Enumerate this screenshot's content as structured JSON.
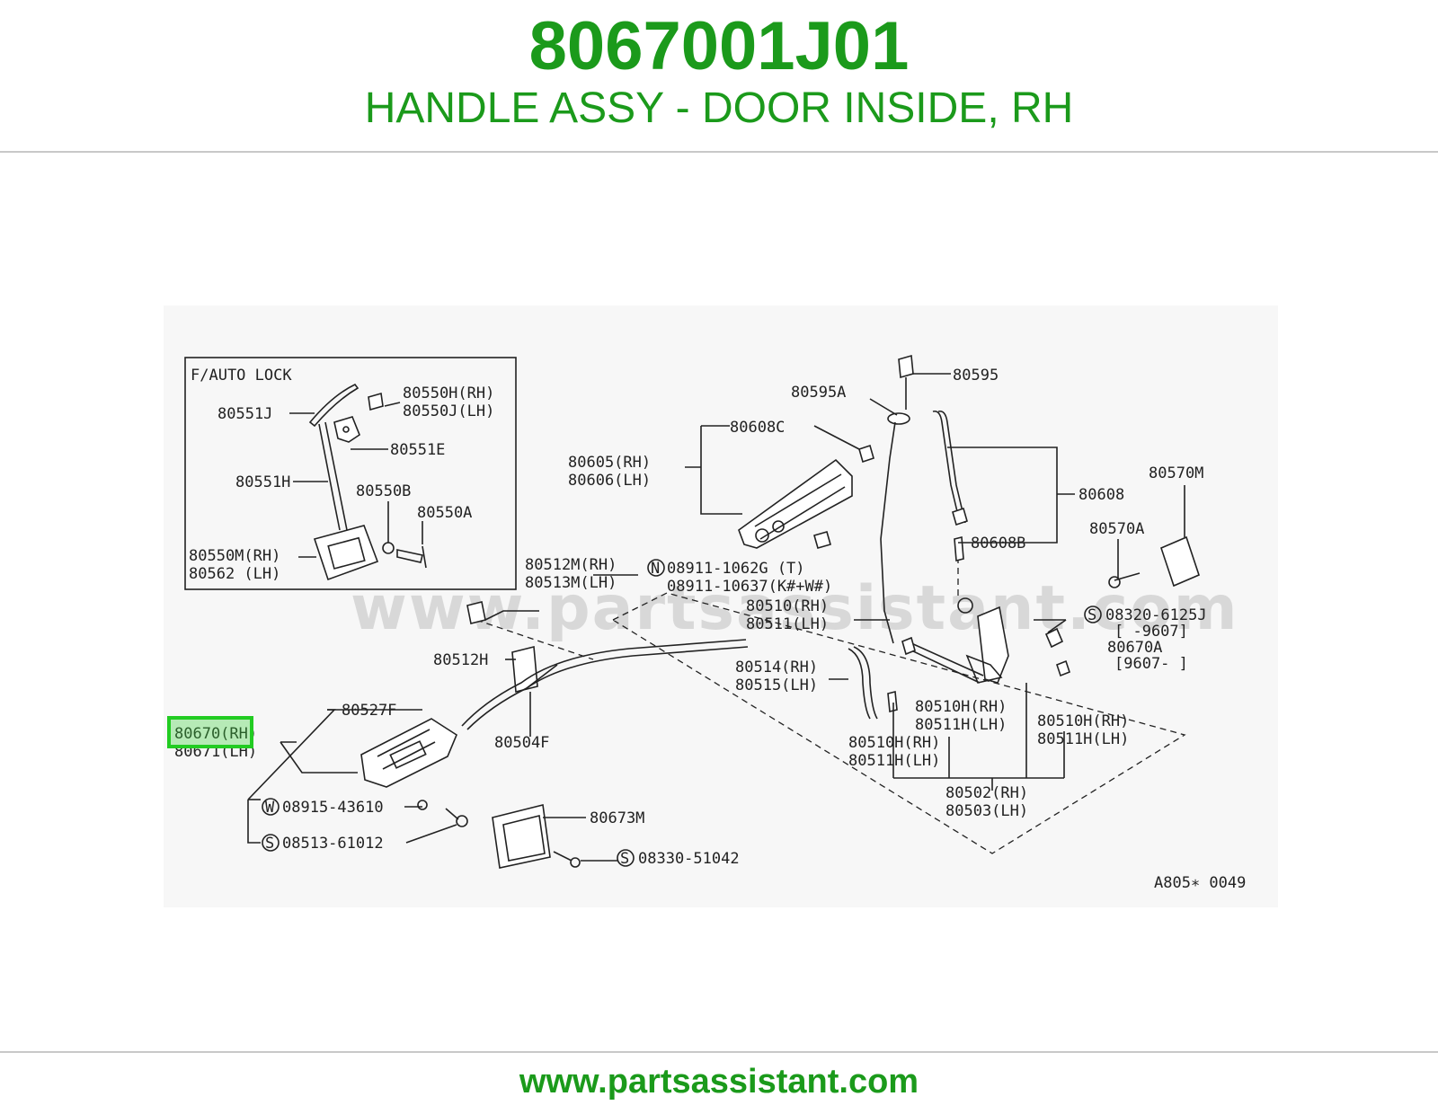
{
  "header": {
    "part_number": "8067001J01",
    "description": "HANDLE ASSY - DOOR INSIDE, RH"
  },
  "footer": {
    "url": "www.partsassistant.com"
  },
  "diagram": {
    "watermark": "www.partsassistant.com",
    "inset_title": "F/AUTO LOCK",
    "ref_code": "A805∗ 0049",
    "callouts": {
      "c80550H": "80550H(RH)",
      "c80550J": "80550J(LH)",
      "c80551J": "80551J",
      "c80551E": "80551E",
      "c80551H": "80551H",
      "c80550B": "80550B",
      "c80550A": "80550A",
      "c80550M": "80550M(RH)",
      "c80562": "80562 (LH)",
      "c80595": "80595",
      "c80595A": "80595A",
      "c80608C": "80608C",
      "c80605": "80605(RH)",
      "c80606": "80606(LH)",
      "c80608": "80608",
      "c80608B": "80608B",
      "c80570M": "80570M",
      "c80570A": "80570A",
      "c80512M": "80512M(RH)",
      "c80513M": "80513M(LH)",
      "c08911a": "08911-1062G (T)",
      "c08911b": "08911-10637(K#+W#)",
      "c80510a": "80510(RH)",
      "c80511a": "80511(LH)",
      "c08320": "08320-6125J",
      "c9607a": "[      -9607]",
      "c80670A": "80670A",
      "c9607b": "[9607-      ]",
      "c80512H": "80512H",
      "c80514": "80514(RH)",
      "c80515": "80515(LH)",
      "c80527F": "80527F",
      "c80504F": "80504F",
      "c80670": "80670(RH)",
      "c80671": "80671(LH)",
      "c80510Ha": "80510H(RH)",
      "c80511Ha": "80511H(LH)",
      "c80510Hb": "80510H(RH)",
      "c80511Hb": "80511H(LH)",
      "c80510Hc": "80510H(RH)",
      "c80511Hc": "80511H(LH)",
      "c08915": "08915-43610",
      "c08513": "08513-61012",
      "c80502": "80502(RH)",
      "c80503": "80503(LH)",
      "c80673M": "80673M",
      "c08330": "08330-51042",
      "symN": "N",
      "symW": "W",
      "symS1": "S",
      "symS2": "S",
      "symS3": "S"
    }
  }
}
